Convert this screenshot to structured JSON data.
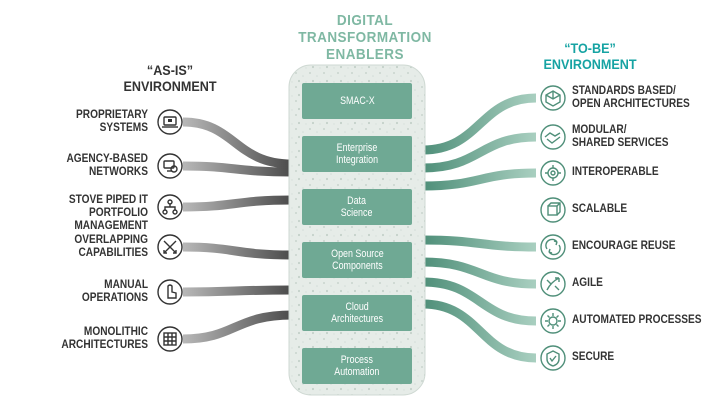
{
  "header": {
    "center_line1": "DIGITAL",
    "center_line2": "TRANSFORMATION",
    "center_line3": "ENABLERS",
    "left_line1": "“AS-IS”",
    "left_line2": "ENVIRONMENT",
    "right_line1": "“TO-BE”",
    "right_line2": "ENVIRONMENT"
  },
  "as_is": [
    {
      "line1": "PROPRIETARY",
      "line2": "SYSTEMS",
      "icon": "laptop-lock-icon"
    },
    {
      "line1": "AGENCY-BASED",
      "line2": "NETWORKS",
      "icon": "network-monitor-icon"
    },
    {
      "line1": "STOVE PIPED IT",
      "line2": "PORTFOLIO MANAGEMENT",
      "icon": "hierarchy-icon"
    },
    {
      "line1": "OVERLAPPING",
      "line2": "CAPABILITIES",
      "icon": "crossing-arrows-icon"
    },
    {
      "line1": "MANUAL",
      "line2": "OPERATIONS",
      "icon": "hand-pointer-icon"
    },
    {
      "line1": "MONOLITHIC",
      "line2": "ARCHITECTURES",
      "icon": "building-grid-icon"
    }
  ],
  "enablers": [
    {
      "line1": "SMAC-X",
      "line2": ""
    },
    {
      "line1": "Enterprise",
      "line2": "Integration"
    },
    {
      "line1": "Data",
      "line2": "Science"
    },
    {
      "line1": "Open Source",
      "line2": "Components"
    },
    {
      "line1": "Cloud",
      "line2": "Architectures"
    },
    {
      "line1": "Process",
      "line2": "Automation"
    }
  ],
  "to_be": [
    {
      "line1": "STANDARDS BASED/",
      "line2": "OPEN ARCHITECTURES",
      "icon": "cube-icon"
    },
    {
      "line1": "MODULAR/",
      "line2": "SHARED SERVICES",
      "icon": "handshake-icon"
    },
    {
      "line1": "INTEROPERABLE",
      "line2": "",
      "icon": "gears-icon"
    },
    {
      "line1": "SCALABLE",
      "line2": "",
      "icon": "scale-cube-icon"
    },
    {
      "line1": "ENCOURAGE REUSE",
      "line2": "",
      "icon": "recycle-icon"
    },
    {
      "line1": "AGILE",
      "line2": "",
      "icon": "agile-arrows-icon"
    },
    {
      "line1": "AUTOMATED PROCESSES",
      "line2": "",
      "icon": "gear-automation-icon"
    },
    {
      "line1": "SECURE",
      "line2": "",
      "icon": "shield-check-icon"
    }
  ],
  "colors": {
    "left_stream": "#8a8a8a",
    "left_stream_end": "#4a4a4a",
    "right_stream": "#6fa994",
    "enabler_fill": "#6fa994",
    "hub_fill": "#e4ebe7",
    "center_title": "#7fb8a3",
    "right_title": "#16a3a3"
  }
}
